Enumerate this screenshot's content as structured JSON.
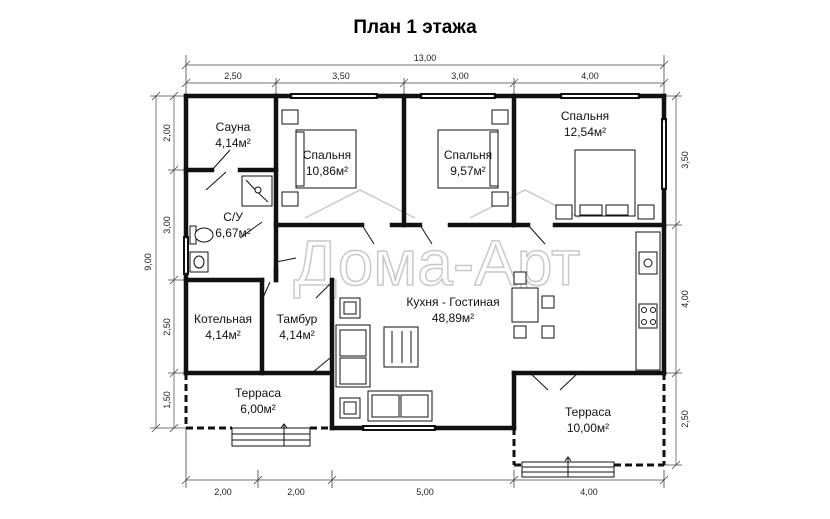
{
  "title": "План 1 этажа",
  "watermark": "Дома-Арт",
  "dimensions": {
    "top_total": "13,00",
    "top": [
      "2,50",
      "3,50",
      "3,00",
      "4,00"
    ],
    "bottom": [
      "2,00",
      "2,00",
      "5,00",
      "4,00"
    ],
    "left_total": "9,00",
    "left": [
      "2,00",
      "3,00",
      "2,50",
      "1,50"
    ],
    "right": [
      "3,50",
      "4,00",
      "2,50"
    ]
  },
  "rooms": {
    "sauna": {
      "name": "Сауна",
      "area": "4,14м²"
    },
    "bedroom1": {
      "name": "Спальня",
      "area": "10,86м²"
    },
    "bedroom2": {
      "name": "Спальня",
      "area": "9,57м²"
    },
    "bedroom3": {
      "name": "Спальня",
      "area": "12,54м²"
    },
    "bathroom": {
      "name": "С/У",
      "area": "6,67м²"
    },
    "boiler": {
      "name": "Котельная",
      "area": "4,14м²"
    },
    "vestibule": {
      "name": "Тамбур",
      "area": "4,14м²"
    },
    "kitchen": {
      "name": "Кухня - Гостиная",
      "area": "48,89м²"
    },
    "terrace1": {
      "name": "Терраса",
      "area": "6,00м²"
    },
    "terrace2": {
      "name": "Терраса",
      "area": "10,00м²"
    }
  }
}
